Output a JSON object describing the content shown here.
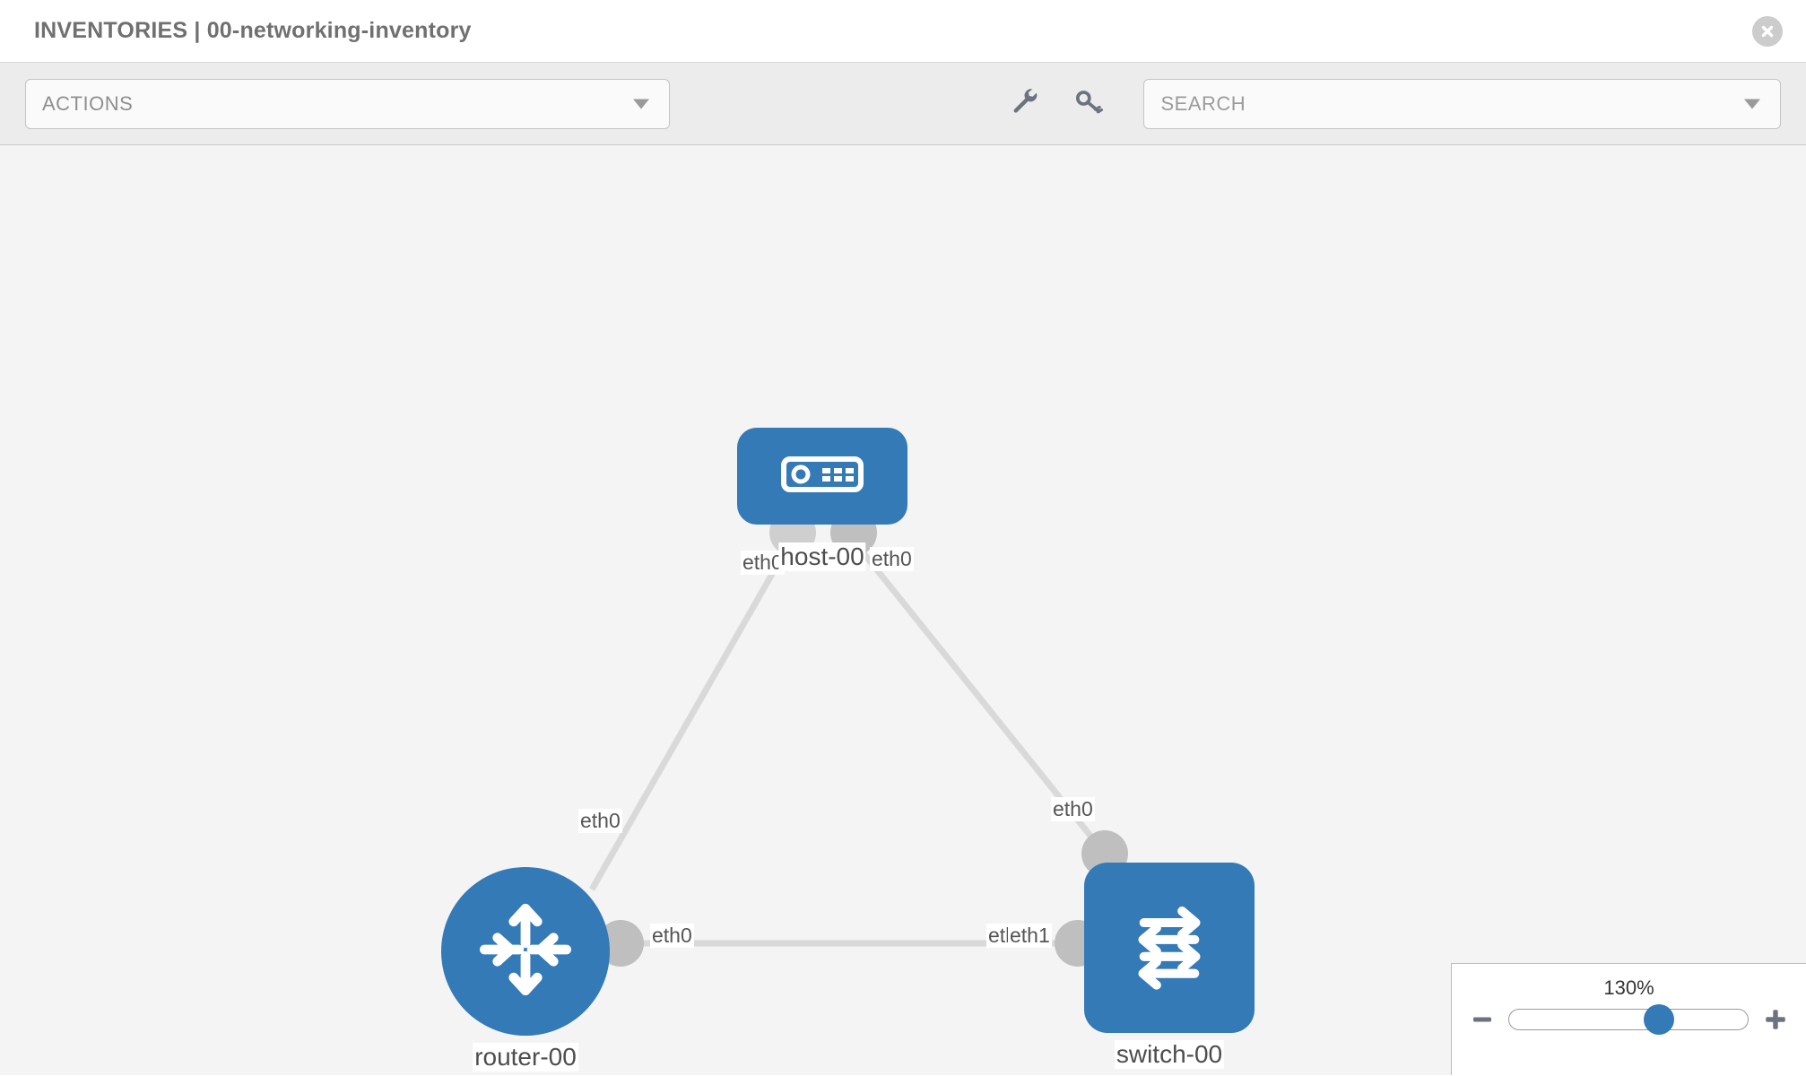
{
  "header": {
    "title": "INVENTORIES | 00-networking-inventory",
    "close_icon": "close-circle-icon"
  },
  "toolbar": {
    "actions_label": "ACTIONS",
    "actions_caret_icon": "chevron-down-icon",
    "wrench_icon": "wrench-icon",
    "key_icon": "key-icon",
    "search_placeholder": "SEARCH",
    "search_value": "",
    "search_caret_icon": "chevron-down-icon"
  },
  "topology": {
    "nodes": [
      {
        "id": "host-00",
        "label": "host-00",
        "type": "host",
        "icon": "server-appliance-icon",
        "shape": "rounded-rect",
        "color": "#337ab7"
      },
      {
        "id": "router-00",
        "label": "router-00",
        "type": "router",
        "icon": "router-arrows-icon",
        "shape": "circle",
        "color": "#337ab7"
      },
      {
        "id": "switch-00",
        "label": "switch-00",
        "type": "switch",
        "icon": "switch-arrows-icon",
        "shape": "rounded-square",
        "color": "#337ab7"
      }
    ],
    "links": [
      {
        "from": "router-00",
        "to": "host-00",
        "from_label": "eth0",
        "to_label": "eth0"
      },
      {
        "from": "host-00",
        "to": "switch-00",
        "from_label": "eth0",
        "to_label": "eth0"
      },
      {
        "from": "router-00",
        "to": "switch-00",
        "from_label": "eth0",
        "to_label": "eth1",
        "to_label_overlap": "eth0"
      }
    ],
    "link_color": "#d9d9d9",
    "stub_color": "#bfbfbf",
    "canvas_color": "#f4f4f4"
  },
  "zoom": {
    "value_label": "130%",
    "percent": 130,
    "minus_icon": "minus-icon",
    "plus_icon": "plus-icon"
  }
}
